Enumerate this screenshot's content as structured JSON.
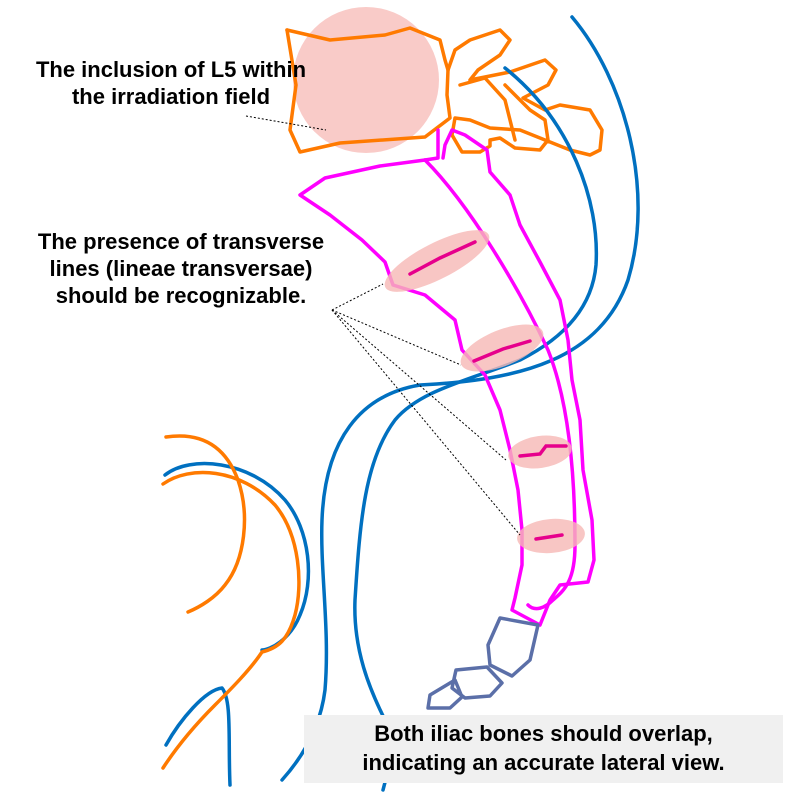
{
  "colors": {
    "vertebra_outline": "#ff7a00",
    "sacrum_outline": "#ff00ff",
    "iliac_outline": "#0070c0",
    "coccyx_outline": "#5b6fa8",
    "highlight_fill": "#f7b9b6",
    "transverse_line": "#e6008c",
    "pointer_line": "#000000",
    "callout_background": "#f0f0f0"
  },
  "annotations": {
    "l5_inclusion": {
      "line1": "The inclusion of L5 within",
      "line2": "the irradiation field"
    },
    "transverse_lines": {
      "line1": "The presence of transverse",
      "line2": "lines (lineae transversae)",
      "line3": "should be recognizable."
    },
    "iliac_overlap": {
      "line1": "Both iliac bones should overlap,",
      "line2": "indicating an accurate lateral view."
    }
  }
}
